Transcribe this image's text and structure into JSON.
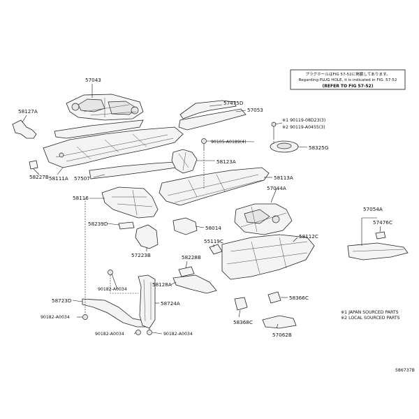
{
  "note": {
    "line1": "プラグホールはFIG 57-52に掲載してあります。",
    "line2": "Regarding PLUG HOLE, it is indicated in FIG. 57-52",
    "line3": "(REFER TO FIG 57-52)"
  },
  "legend": {
    "line1": "※1 JAPAN SOURCED PARTS",
    "line2": "※2 LOCAL SOURCED PARTS"
  },
  "diagram_id": "586737B",
  "parts": {
    "p57043": "57043",
    "p58127A": "58127A",
    "p57475D": "57475D",
    "p57053": "57053",
    "p90119_08D23": "※1 90119-08D23(3)",
    "p90119_A0455": "※2 90119-A0455(3)",
    "p90105": "90105-A0189(4)",
    "p58325G": "58325G",
    "p58227B": "58227B",
    "p58111A": "58111A",
    "p57507": "57507",
    "p58123A": "58123A",
    "p58113A": "58113A",
    "p57044A": "57044A",
    "p58116": "58116",
    "p57054A": "57054A",
    "p58239D": "58239D",
    "p58014": "58014",
    "p57476C": "57476C",
    "p58112C": "58112C",
    "p57223B": "57223B",
    "p55119C": "55119C",
    "p58228B": "58228B",
    "p90182_top": "90182-A0034",
    "p58128A": "58128A",
    "p58366C": "58366C",
    "p58723D": "58723D",
    "p58724A": "58724A",
    "p90182_left": "90182-A0034",
    "p58368C": "58368C",
    "p57062B": "57062B",
    "p90182_bl": "90182-A0034",
    "p90182_br": "90182-A0034"
  }
}
